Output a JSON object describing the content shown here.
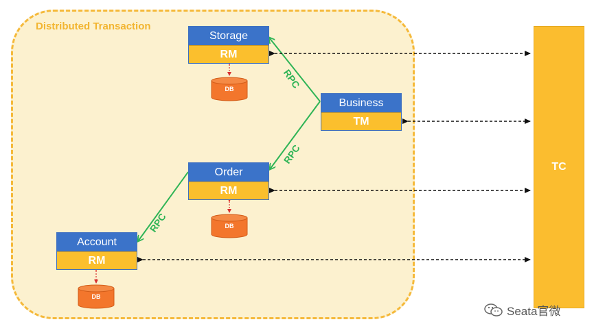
{
  "region_title": "Distributed Transaction",
  "storage": {
    "name": "Storage",
    "role": "RM",
    "db": "DB"
  },
  "business": {
    "name": "Business",
    "role": "TM"
  },
  "order": {
    "name": "Order",
    "role": "RM",
    "db": "DB"
  },
  "account": {
    "name": "Account",
    "role": "RM",
    "db": "DB"
  },
  "tc": "TC",
  "rpc_labels": [
    "RPC",
    "RPC",
    "RPC"
  ],
  "watermark": "Seata官微",
  "colors": {
    "service": "#3b73c9",
    "role": "#fbbf2d",
    "db": "#f3762c",
    "rpc": "#2fb456",
    "region": "#fcf1cf"
  }
}
